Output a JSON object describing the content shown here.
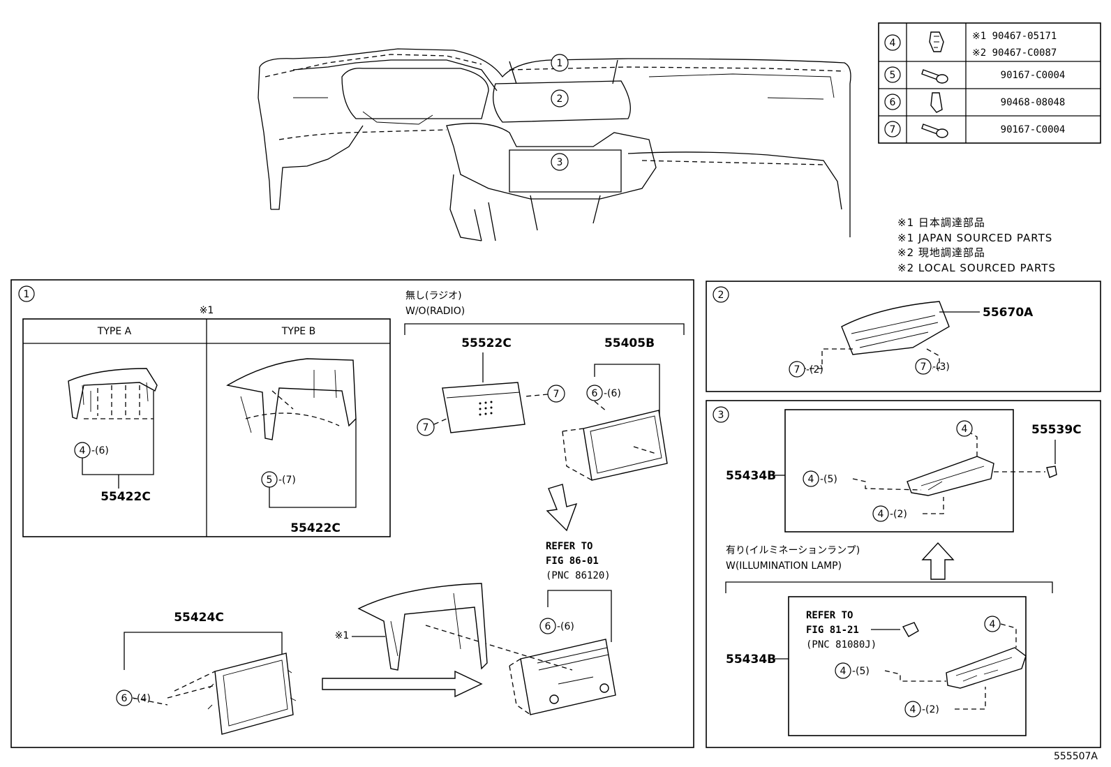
{
  "legend_table": {
    "rows": [
      {
        "num": "4",
        "icon": "clip-icon",
        "lines": [
          "※1 90467-05171",
          "※2 90467-C0087"
        ]
      },
      {
        "num": "5",
        "icon": "screw-icon",
        "lines": [
          "90167-C0004"
        ]
      },
      {
        "num": "6",
        "icon": "clip-icon",
        "lines": [
          "90468-08048"
        ]
      },
      {
        "num": "7",
        "icon": "screw-icon",
        "lines": [
          "90167-C0004"
        ]
      }
    ]
  },
  "notes": [
    "※1 日本調達部品",
    "※1 JAPAN SOURCED PARTS",
    "※2 現地調達部品",
    "※2 LOCAL SOURCED PARTS"
  ],
  "dashboard_callouts": [
    "1",
    "2",
    "3"
  ],
  "panel1": {
    "num": "1",
    "mark": "※1",
    "type_a": "TYPE A",
    "type_b": "TYPE B",
    "type_a_part": "55422C",
    "type_b_part": "55422C",
    "type_a_callout": {
      "num": "4",
      "qty": "-(6)"
    },
    "type_b_callout": {
      "num": "5",
      "qty": "-(7)"
    },
    "radio_jp": "無し(ラジオ)",
    "radio_en": "W/O(RADIO)",
    "part_55522c": "55522C",
    "part_55405b": "55405B",
    "callout_7": "7",
    "callout_6": {
      "num": "6",
      "qty": "-(6)"
    },
    "refer": [
      "REFER TO",
      "FIG 86-01",
      "(PNC 86120)"
    ],
    "part_55424c": "55424C",
    "callout_6b": {
      "num": "6",
      "qty": "-(4)"
    },
    "mark_x1": "※1",
    "callout_6c": {
      "num": "6",
      "qty": "-(6)"
    }
  },
  "panel2": {
    "num": "2",
    "part": "55670A",
    "callout_a": {
      "num": "7",
      "qty": "-(2)"
    },
    "callout_b": {
      "num": "7",
      "qty": "-(3)"
    }
  },
  "panel3": {
    "num": "3",
    "part_55539c": "55539C",
    "part_55434b_top": "55434B",
    "part_55434b_bottom": "55434B",
    "illum_jp": "有り(イルミネーションランプ)",
    "illum_en": "W(ILLUMINATION LAMP)",
    "refer": [
      "REFER TO",
      "FIG 81-21",
      "(PNC 81080J)"
    ],
    "c_top_4": "4",
    "c_top_45": {
      "num": "4",
      "qty": "-(5)"
    },
    "c_top_42": {
      "num": "4",
      "qty": "-(2)"
    },
    "c_bot_4": "4",
    "c_bot_45": {
      "num": "4",
      "qty": "-(5)"
    },
    "c_bot_42": {
      "num": "4",
      "qty": "-(2)"
    }
  },
  "figure_code": "555507A"
}
